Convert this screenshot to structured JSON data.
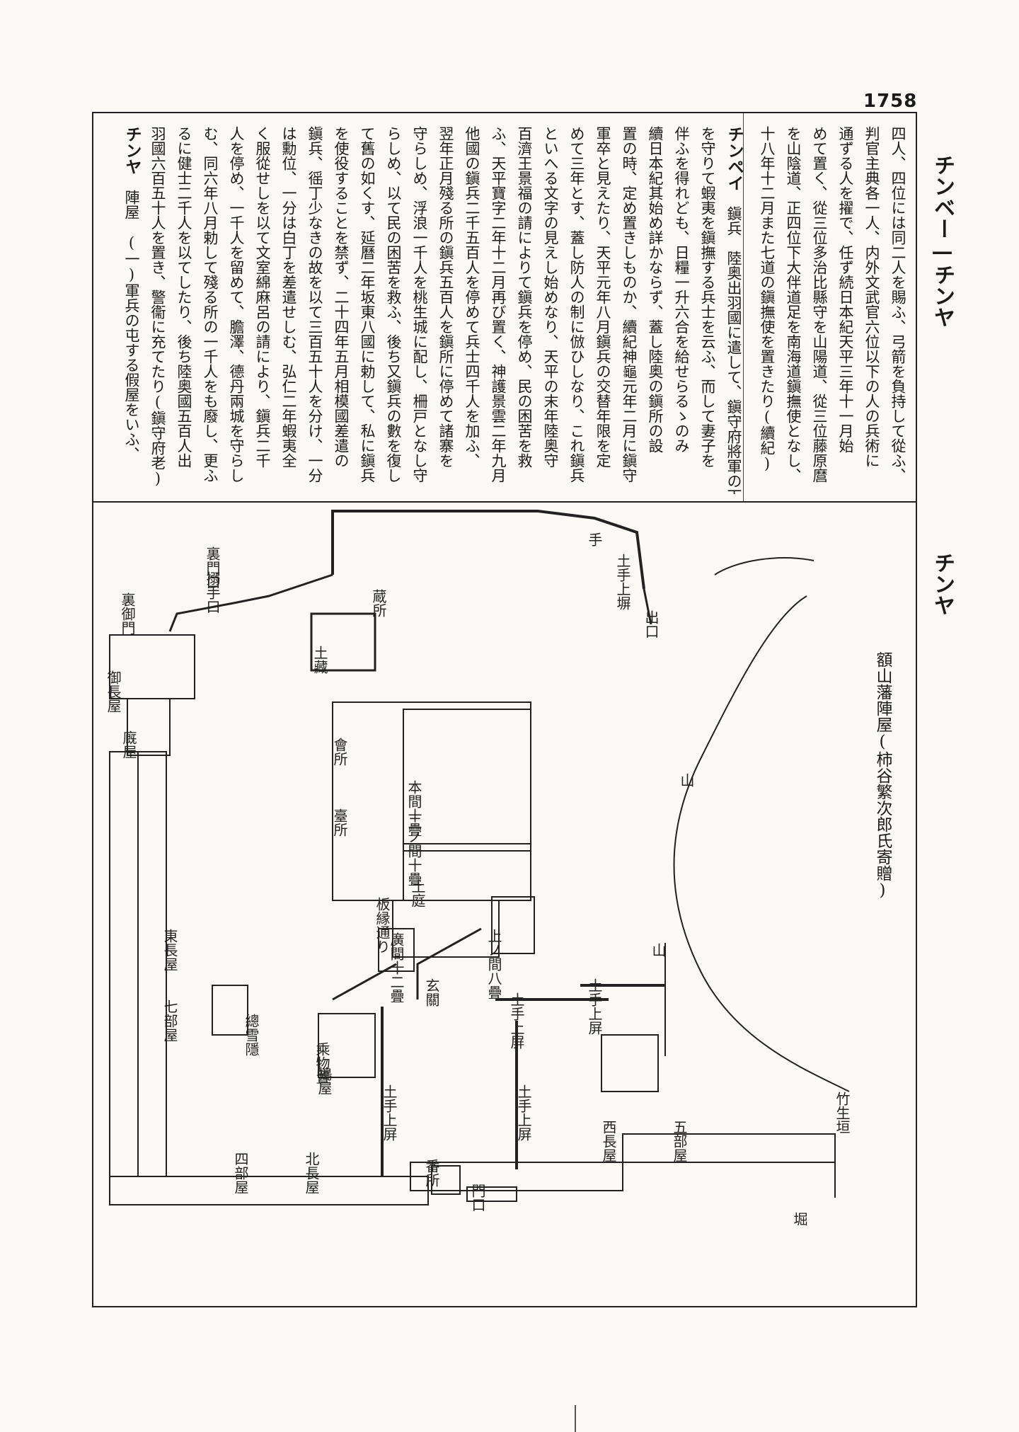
{
  "page": {
    "number": "1758"
  },
  "running_head": {
    "upper": "チンベー—チンヤ",
    "lower": "チンヤ"
  },
  "columns": [
    {
      "text": "四人、四位には同二人を賜ふ、弓箭を負持して從ふ、"
    },
    {
      "text": "判官主典各一人、内外文武官六位以下の人の兵術に"
    },
    {
      "text": "通ずる人を擢で、任ず続日本紀天平三年十一月始"
    },
    {
      "text": "めて置く、從三位多治比縣守を山陽道、從三位藤原麿"
    },
    {
      "text": "を山陰道、正四位下大伴道足を南海道鎭撫使となし、"
    },
    {
      "text": "十八年十二月また七道の鎭撫使を置きたり(續紀)"
    },
    {
      "heading": "チンペイ",
      "text": "　鎭兵　陸奥出羽國に遣して、鎭守府將軍の下に屬し、諸城柵"
    },
    {
      "text": "を守りて蝦夷を鎭撫する兵士を云ふ、而して妻子を"
    },
    {
      "text": "伴ふを得れども、日糧一升六合を給せらるゝのみ"
    },
    {
      "text": "續日本紀其始め詳かならず、蓋し陸奥の鎭所の設"
    },
    {
      "text": "置の時、定め置きしものか、續紀神龜元年二月に鎭守"
    },
    {
      "text": "軍卒と見えたり、天平元年八月鎭兵の交替年限を定"
    },
    {
      "text": "めて三年とす、蓋し防人の制に倣ひしなり、これ鎭兵"
    },
    {
      "text": "といへる文字の見えし始めなり、天平の末年陸奥守"
    },
    {
      "text": "百濟王景福の請によりて鎭兵を停め、民の困苦を救"
    },
    {
      "text": "ふ、天平寶字二年十二月再び置く、神護景雲二年九月"
    },
    {
      "text": "他國の鎭兵二千五百人を停めて兵士四千人を加ふ、"
    },
    {
      "text": "翌年正月殘る所の鎭兵五百人を鎭所に停めて諸寨を"
    },
    {
      "text": "守らしめ、浮浪一千人を桃生城に配し、柵戸となし守"
    },
    {
      "text": "らしめ、以て民の困苦を救ふ、後ち又鎭兵の數を復し"
    },
    {
      "text": "て舊の如くす、延曆二年坂東八國に勅して、私に鎭兵"
    },
    {
      "text": "を使役することを禁ず、二十四年五月相模國差遣の"
    },
    {
      "text": "鎭兵、徭丁少なきの故を以て三百五十人を分け、一分"
    },
    {
      "text": "は勳位、一分は白丁を差遣せしむ、弘仁二年蝦夷全"
    },
    {
      "text": "く服從せしを以て文室綿麻呂の請により、鎭兵二千"
    },
    {
      "text": "人を停め、一千人を留めて、膽澤、德丹兩城を守らし"
    },
    {
      "text": "む、同六年八月勅して殘る所の一千人をも廢し、更ふ"
    },
    {
      "text": "るに健士二千人を以てしたり、後ち陸奥國五百人出"
    },
    {
      "text": "羽國六百五十人を置き、警衞に充てたり(鎭守府老)"
    },
    {
      "heading": "チンヤ",
      "text": "　陣屋　(一)軍兵の屯する假屋をいふ、"
    }
  ],
  "map": {
    "caption": "額山藩陣屋(柿谷繁次郎氏寄贈)",
    "labels": {
      "hand": "手",
      "dote_top": "土手上塀",
      "lake_r": "出口",
      "gate_nw": "裏門口",
      "gate_nw2": "搦手口",
      "gate_w": "裏御門",
      "dozo": "土藏",
      "hoko": "蔵所",
      "ohoroya": "御長屋",
      "umaya": "廐屋",
      "east_nagaya": "東長屋",
      "shichibuya": "七部屋",
      "honma": "本間十疊",
      "niho": "二ノ間十疊",
      "doniwa": "土庭",
      "hiroma": "廣間十二疊",
      "kamima": "上ノ間八疊",
      "genkan": "玄關",
      "dote_mid": "土手上屏",
      "dote_r": "土手上屏",
      "dote_left": "土手上屏",
      "dote_center": "土手上屏",
      "norimono": "乘物置",
      "tsukiya": "搗屋",
      "sokaku": "總雪隱",
      "kitanagaya": "北長屋",
      "shibuya": "四部屋",
      "nishinagaya": "西長屋",
      "gobuya": "五部屋",
      "mon": "門口",
      "bansho": "番所",
      "takegaki": "竹生垣",
      "yama1": "山",
      "yama2": "山",
      "ha": "堀",
      "kaisho": "會所",
      "daidokoro": "臺所",
      "hiroen": "板縁通り"
    }
  }
}
